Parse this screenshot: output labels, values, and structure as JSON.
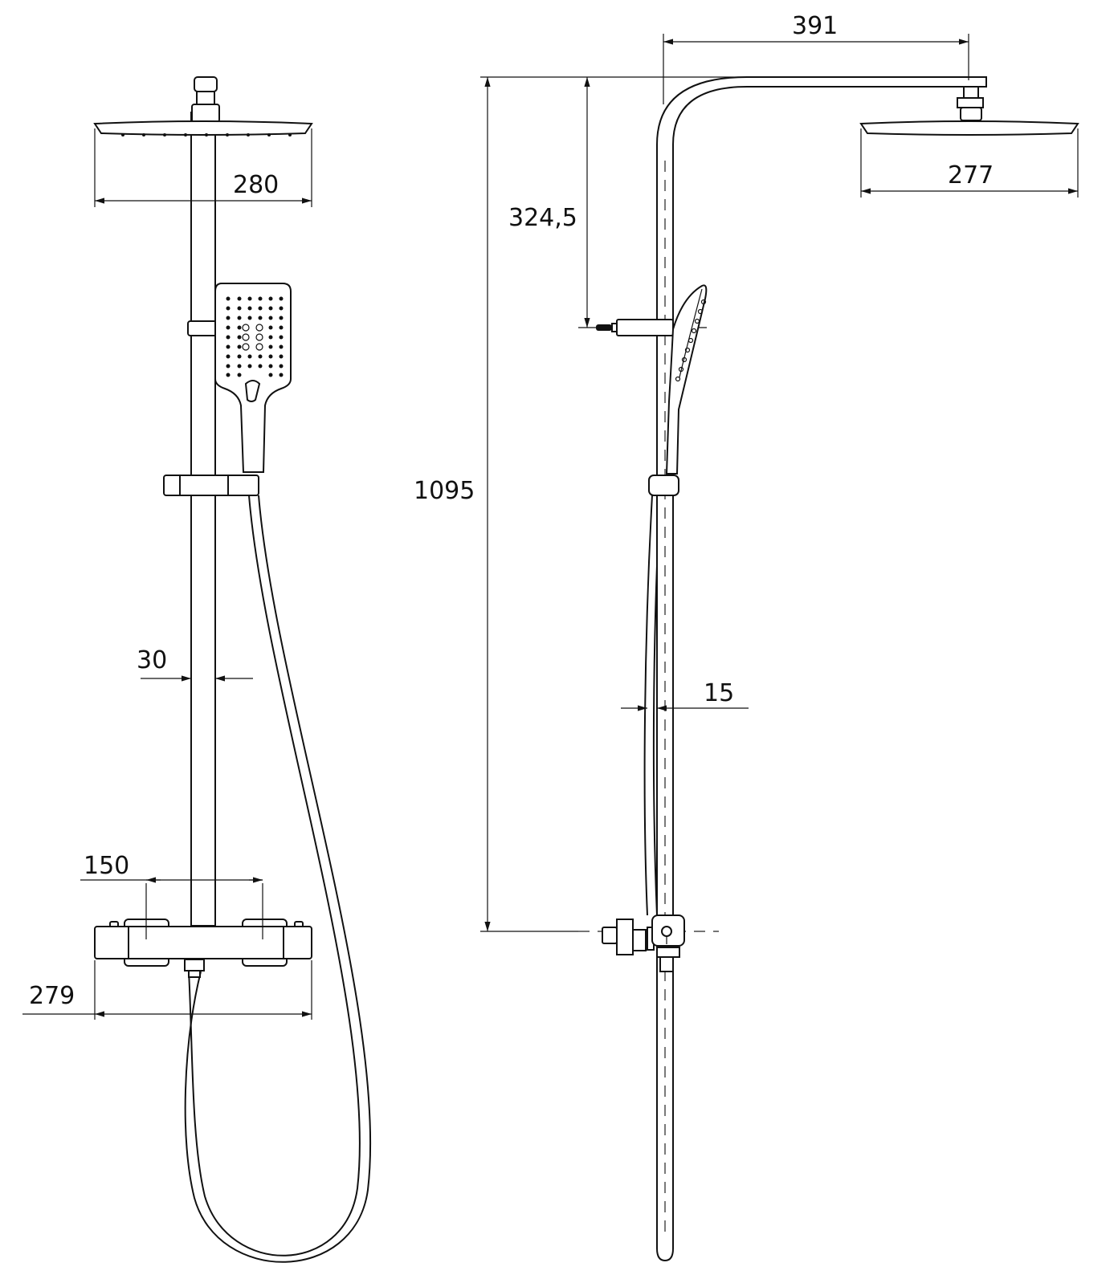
{
  "title": "Shower column dimension drawing",
  "front_view": {
    "head_width": "280",
    "pipe_diameter": "30",
    "inlet_spacing": "150",
    "valve_width": "279"
  },
  "side_view": {
    "arm_projection": "391",
    "head_width": "277",
    "slider_height": "324,5",
    "total_height": "1095",
    "hose_diameter": "15"
  },
  "colors": {
    "line": "#111111",
    "background": "#ffffff"
  }
}
